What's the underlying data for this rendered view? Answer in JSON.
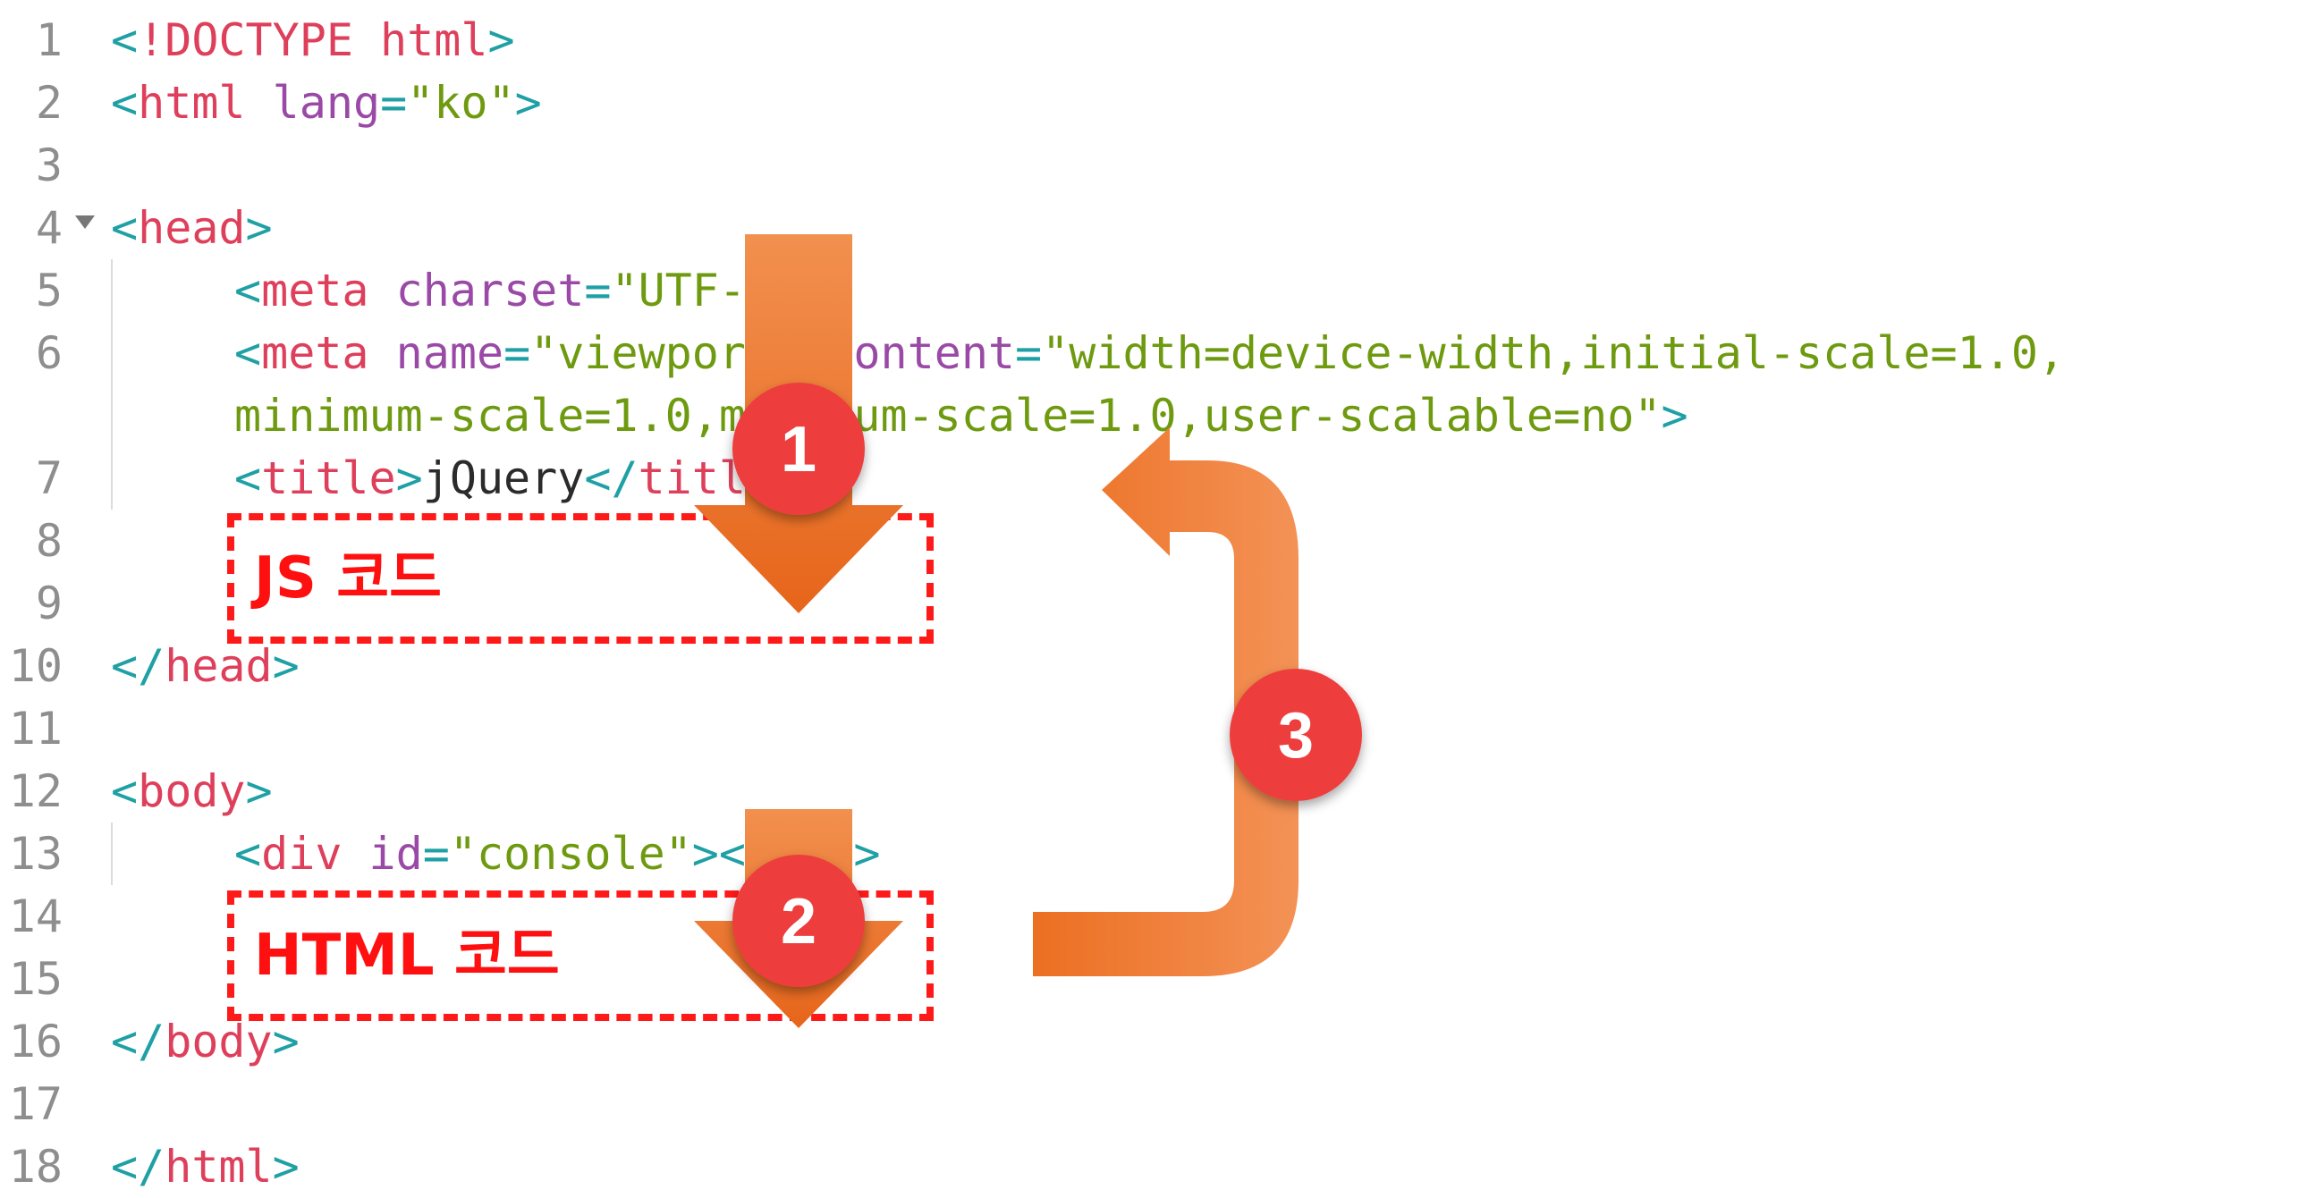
{
  "line_numbers": [
    "1",
    "2",
    "3",
    "4",
    "5",
    "6",
    "",
    "7",
    "8",
    "9",
    "10",
    "11",
    "12",
    "13",
    "14",
    "15",
    "16",
    "17",
    "18"
  ],
  "code": {
    "l1": {
      "p1": "<",
      "kw": "!DOCTYPE html",
      "p2": ">"
    },
    "l2": {
      "p1": "<",
      "tag": "html",
      "sp": " ",
      "attr": "lang",
      "eq": "=",
      "val": "\"ko\"",
      "p2": ">"
    },
    "l4": {
      "p1": "<",
      "tag": "head",
      "p2": ">"
    },
    "l5": {
      "p1": "<",
      "tag": "meta",
      "sp": " ",
      "attr": "charset",
      "eq": "=",
      "val": "\"UTF-8\"",
      "p2": ">"
    },
    "l6": {
      "p1": "<",
      "tag": "meta",
      "sp": " ",
      "attr1": "name",
      "eq1": "=",
      "val1": "\"viewport\"",
      "sp2": " ",
      "attr2": "content",
      "eq2": "=",
      "val2": "\"width=device-width,initial-scale=1.0,"
    },
    "l6b": {
      "val": "minimum-scale=1.0,maximum-scale=1.0,user-scalable=no\"",
      "p2": ">"
    },
    "l7": {
      "p1": "<",
      "tag": "title",
      "p2": ">",
      "text": "jQuery",
      "p3": "</",
      "tag2": "title",
      "p4": ">"
    },
    "l10": {
      "p1": "</",
      "tag": "head",
      "p2": ">"
    },
    "l12": {
      "p1": "<",
      "tag": "body",
      "p2": ">"
    },
    "l13": {
      "p1": "<",
      "tag": "div",
      "sp": " ",
      "attr": "id",
      "eq": "=",
      "val": "\"console\"",
      "p2": "></",
      "tag2": "div",
      "p3": ">"
    },
    "l16": {
      "p1": "</",
      "tag": "body",
      "p2": ">"
    },
    "l18": {
      "p1": "</",
      "tag": "html",
      "p2": ">"
    }
  },
  "annotations": {
    "js_box_label": "JS 코드",
    "html_box_label": "HTML 코드",
    "step1": "1",
    "step2": "2",
    "step3": "3"
  },
  "colors": {
    "arrow_orange": "#ee7a2e",
    "badge_red": "#ee3d3d",
    "box_red": "#ff1a1a",
    "tag_pink": "#de3f5b",
    "attr_purple": "#9a4aa6",
    "string_green": "#6e9a10",
    "punct_teal": "#1fa0a5"
  }
}
